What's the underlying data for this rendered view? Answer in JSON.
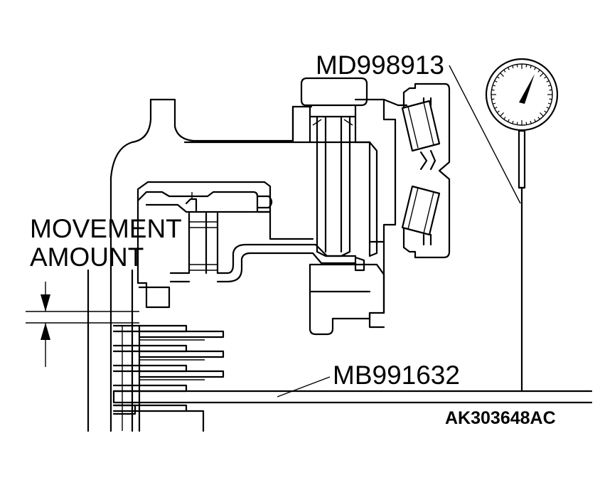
{
  "labels": {
    "tool_top": "MD998913",
    "tool_bottom": "MB991632",
    "movement_line1": "MOVEMENT",
    "movement_line2": "AMOUNT",
    "figure_id": "AK303648AC"
  },
  "icons": {
    "gauge": "dial-indicator-icon",
    "arrows": "dimension-arrow-icon"
  },
  "colors": {
    "ink": "#000000",
    "paper": "#ffffff"
  }
}
